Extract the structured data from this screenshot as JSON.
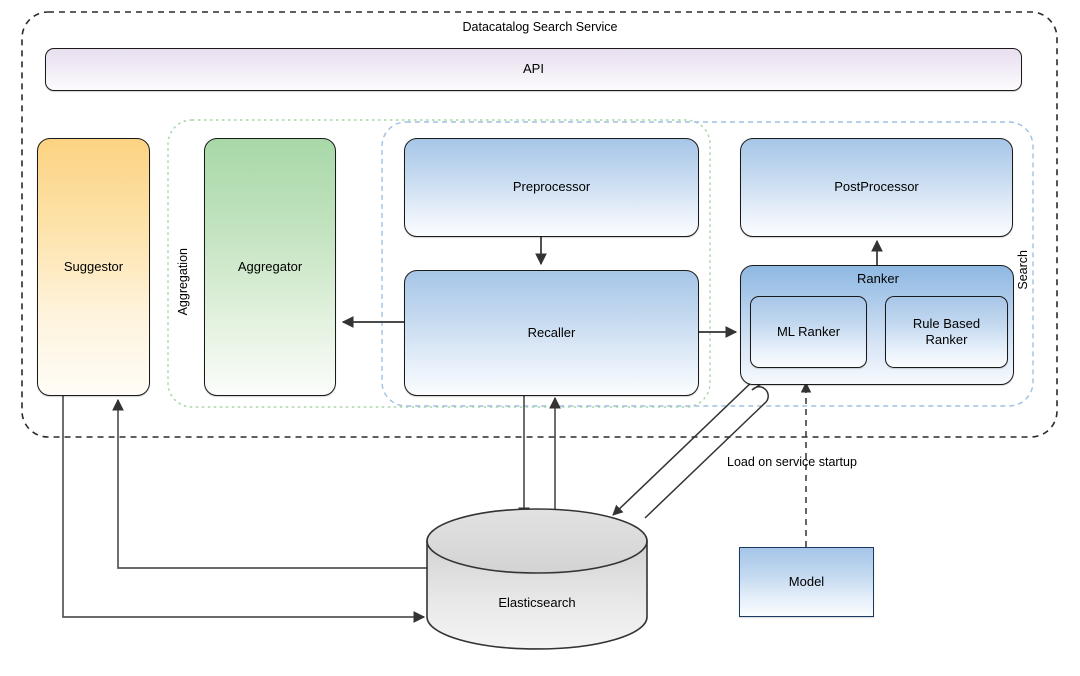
{
  "diagram": {
    "title": "Datacatalog Search Service",
    "containers": {
      "service": {
        "label": "Datacatalog Search Service",
        "style": "dashed",
        "color": "#2b2b2b"
      },
      "aggregation": {
        "label": "Aggregation",
        "style": "dotted",
        "color": "#a8d8a8"
      },
      "search": {
        "label": "Search",
        "style": "dashed",
        "color": "#9fc0e0"
      }
    },
    "nodes": {
      "api": {
        "label": "API",
        "color": "#e9dff0"
      },
      "suggestor": {
        "label": "Suggestor",
        "color": "#fcd382"
      },
      "aggregator": {
        "label": "Aggregator",
        "color": "#a8d8a8"
      },
      "preprocessor": {
        "label": "Preprocessor",
        "color": "#a7c6e8"
      },
      "recaller": {
        "label": "Recaller",
        "color": "#a7c6e8"
      },
      "postprocessor": {
        "label": "PostProcessor",
        "color": "#a7c6e8"
      },
      "ranker": {
        "label": "Ranker",
        "color": "#8fb8e2"
      },
      "ml_ranker": {
        "label": "ML Ranker",
        "color": "#a7c6e8"
      },
      "rule_based_ranker": {
        "label": "Rule Based Ranker",
        "color": "#a7c6e8"
      },
      "elasticsearch": {
        "label": "Elasticsearch",
        "color": "#e0e0e0"
      },
      "model": {
        "label": "Model",
        "color": "#a5c5e8"
      }
    },
    "edges": [
      {
        "from": "preprocessor",
        "to": "recaller",
        "style": "solid",
        "label": ""
      },
      {
        "from": "recaller",
        "to": "aggregator",
        "style": "solid",
        "label": ""
      },
      {
        "from": "recaller",
        "to": "ranker",
        "style": "solid",
        "label": ""
      },
      {
        "from": "ranker",
        "to": "postprocessor",
        "style": "solid",
        "label": ""
      },
      {
        "from": "recaller",
        "to": "elasticsearch",
        "style": "solid",
        "label": ""
      },
      {
        "from": "elasticsearch",
        "to": "recaller",
        "style": "solid",
        "label": ""
      },
      {
        "from": "ml_ranker",
        "to": "elasticsearch",
        "style": "solid",
        "label": ""
      },
      {
        "from": "elasticsearch",
        "to": "ml_ranker",
        "style": "solid",
        "label": ""
      },
      {
        "from": "suggestor",
        "to": "elasticsearch",
        "style": "solid",
        "label": ""
      },
      {
        "from": "elasticsearch",
        "to": "suggestor",
        "style": "solid",
        "label": ""
      },
      {
        "from": "model",
        "to": "ml_ranker",
        "style": "dashed",
        "label": "Load on service startup"
      }
    ],
    "annotations": {
      "load_on_startup": "Load on service startup"
    }
  }
}
